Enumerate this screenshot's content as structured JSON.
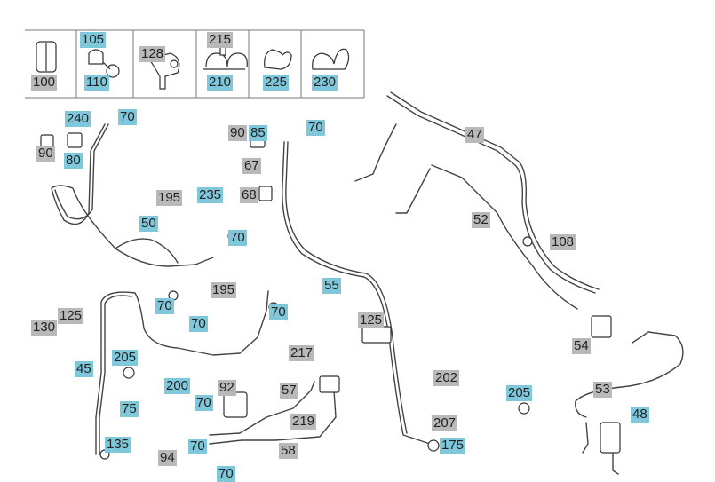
{
  "colors": {
    "blue": "#7fc8dc",
    "gray": "#b9b9b9",
    "line": "#444444"
  },
  "legend": {
    "cells": [
      {
        "icon": "sleeve-icon",
        "labels": [
          {
            "text": "100",
            "color": "gray"
          }
        ]
      },
      {
        "icon": "clamp-screw-icon",
        "labels": [
          {
            "text": "105",
            "color": "blue"
          },
          {
            "text": "110",
            "color": "blue"
          }
        ]
      },
      {
        "icon": "bracket-plate-icon",
        "labels": [
          {
            "text": "128",
            "color": "gray"
          }
        ]
      },
      {
        "icon": "double-clip-icon",
        "labels": [
          {
            "text": "215",
            "color": "gray"
          },
          {
            "text": "210",
            "color": "blue"
          }
        ]
      },
      {
        "icon": "pipe-clip-icon",
        "labels": [
          {
            "text": "225",
            "color": "blue"
          }
        ]
      },
      {
        "icon": "double-pipe-clip-icon",
        "labels": [
          {
            "text": "230",
            "color": "blue"
          }
        ]
      }
    ]
  },
  "callouts": [
    {
      "text": "240",
      "color": "blue"
    },
    {
      "text": "70",
      "color": "blue"
    },
    {
      "text": "90",
      "color": "gray"
    },
    {
      "text": "80",
      "color": "blue"
    },
    {
      "text": "195",
      "color": "gray"
    },
    {
      "text": "235",
      "color": "blue"
    },
    {
      "text": "50",
      "color": "blue"
    },
    {
      "text": "70",
      "color": "blue"
    },
    {
      "text": "70",
      "color": "blue"
    },
    {
      "text": "90",
      "color": "gray"
    },
    {
      "text": "85",
      "color": "blue"
    },
    {
      "text": "70",
      "color": "blue"
    },
    {
      "text": "67",
      "color": "gray"
    },
    {
      "text": "68",
      "color": "gray"
    },
    {
      "text": "47",
      "color": "gray"
    },
    {
      "text": "52",
      "color": "gray"
    },
    {
      "text": "108",
      "color": "gray"
    },
    {
      "text": "195",
      "color": "gray"
    },
    {
      "text": "70",
      "color": "blue"
    },
    {
      "text": "70",
      "color": "blue"
    },
    {
      "text": "55",
      "color": "blue"
    },
    {
      "text": "125",
      "color": "gray"
    },
    {
      "text": "130",
      "color": "gray"
    },
    {
      "text": "70",
      "color": "blue"
    },
    {
      "text": "54",
      "color": "gray"
    },
    {
      "text": "125",
      "color": "gray"
    },
    {
      "text": "45",
      "color": "blue"
    },
    {
      "text": "205",
      "color": "blue"
    },
    {
      "text": "217",
      "color": "gray"
    },
    {
      "text": "202",
      "color": "gray"
    },
    {
      "text": "200",
      "color": "blue"
    },
    {
      "text": "92",
      "color": "gray"
    },
    {
      "text": "57",
      "color": "gray"
    },
    {
      "text": "205",
      "color": "blue"
    },
    {
      "text": "53",
      "color": "gray"
    },
    {
      "text": "70",
      "color": "blue"
    },
    {
      "text": "75",
      "color": "blue"
    },
    {
      "text": "48",
      "color": "blue"
    },
    {
      "text": "219",
      "color": "gray"
    },
    {
      "text": "207",
      "color": "gray"
    },
    {
      "text": "135",
      "color": "blue"
    },
    {
      "text": "70",
      "color": "blue"
    },
    {
      "text": "175",
      "color": "blue"
    },
    {
      "text": "94",
      "color": "gray"
    },
    {
      "text": "58",
      "color": "gray"
    },
    {
      "text": "70",
      "color": "blue"
    }
  ]
}
